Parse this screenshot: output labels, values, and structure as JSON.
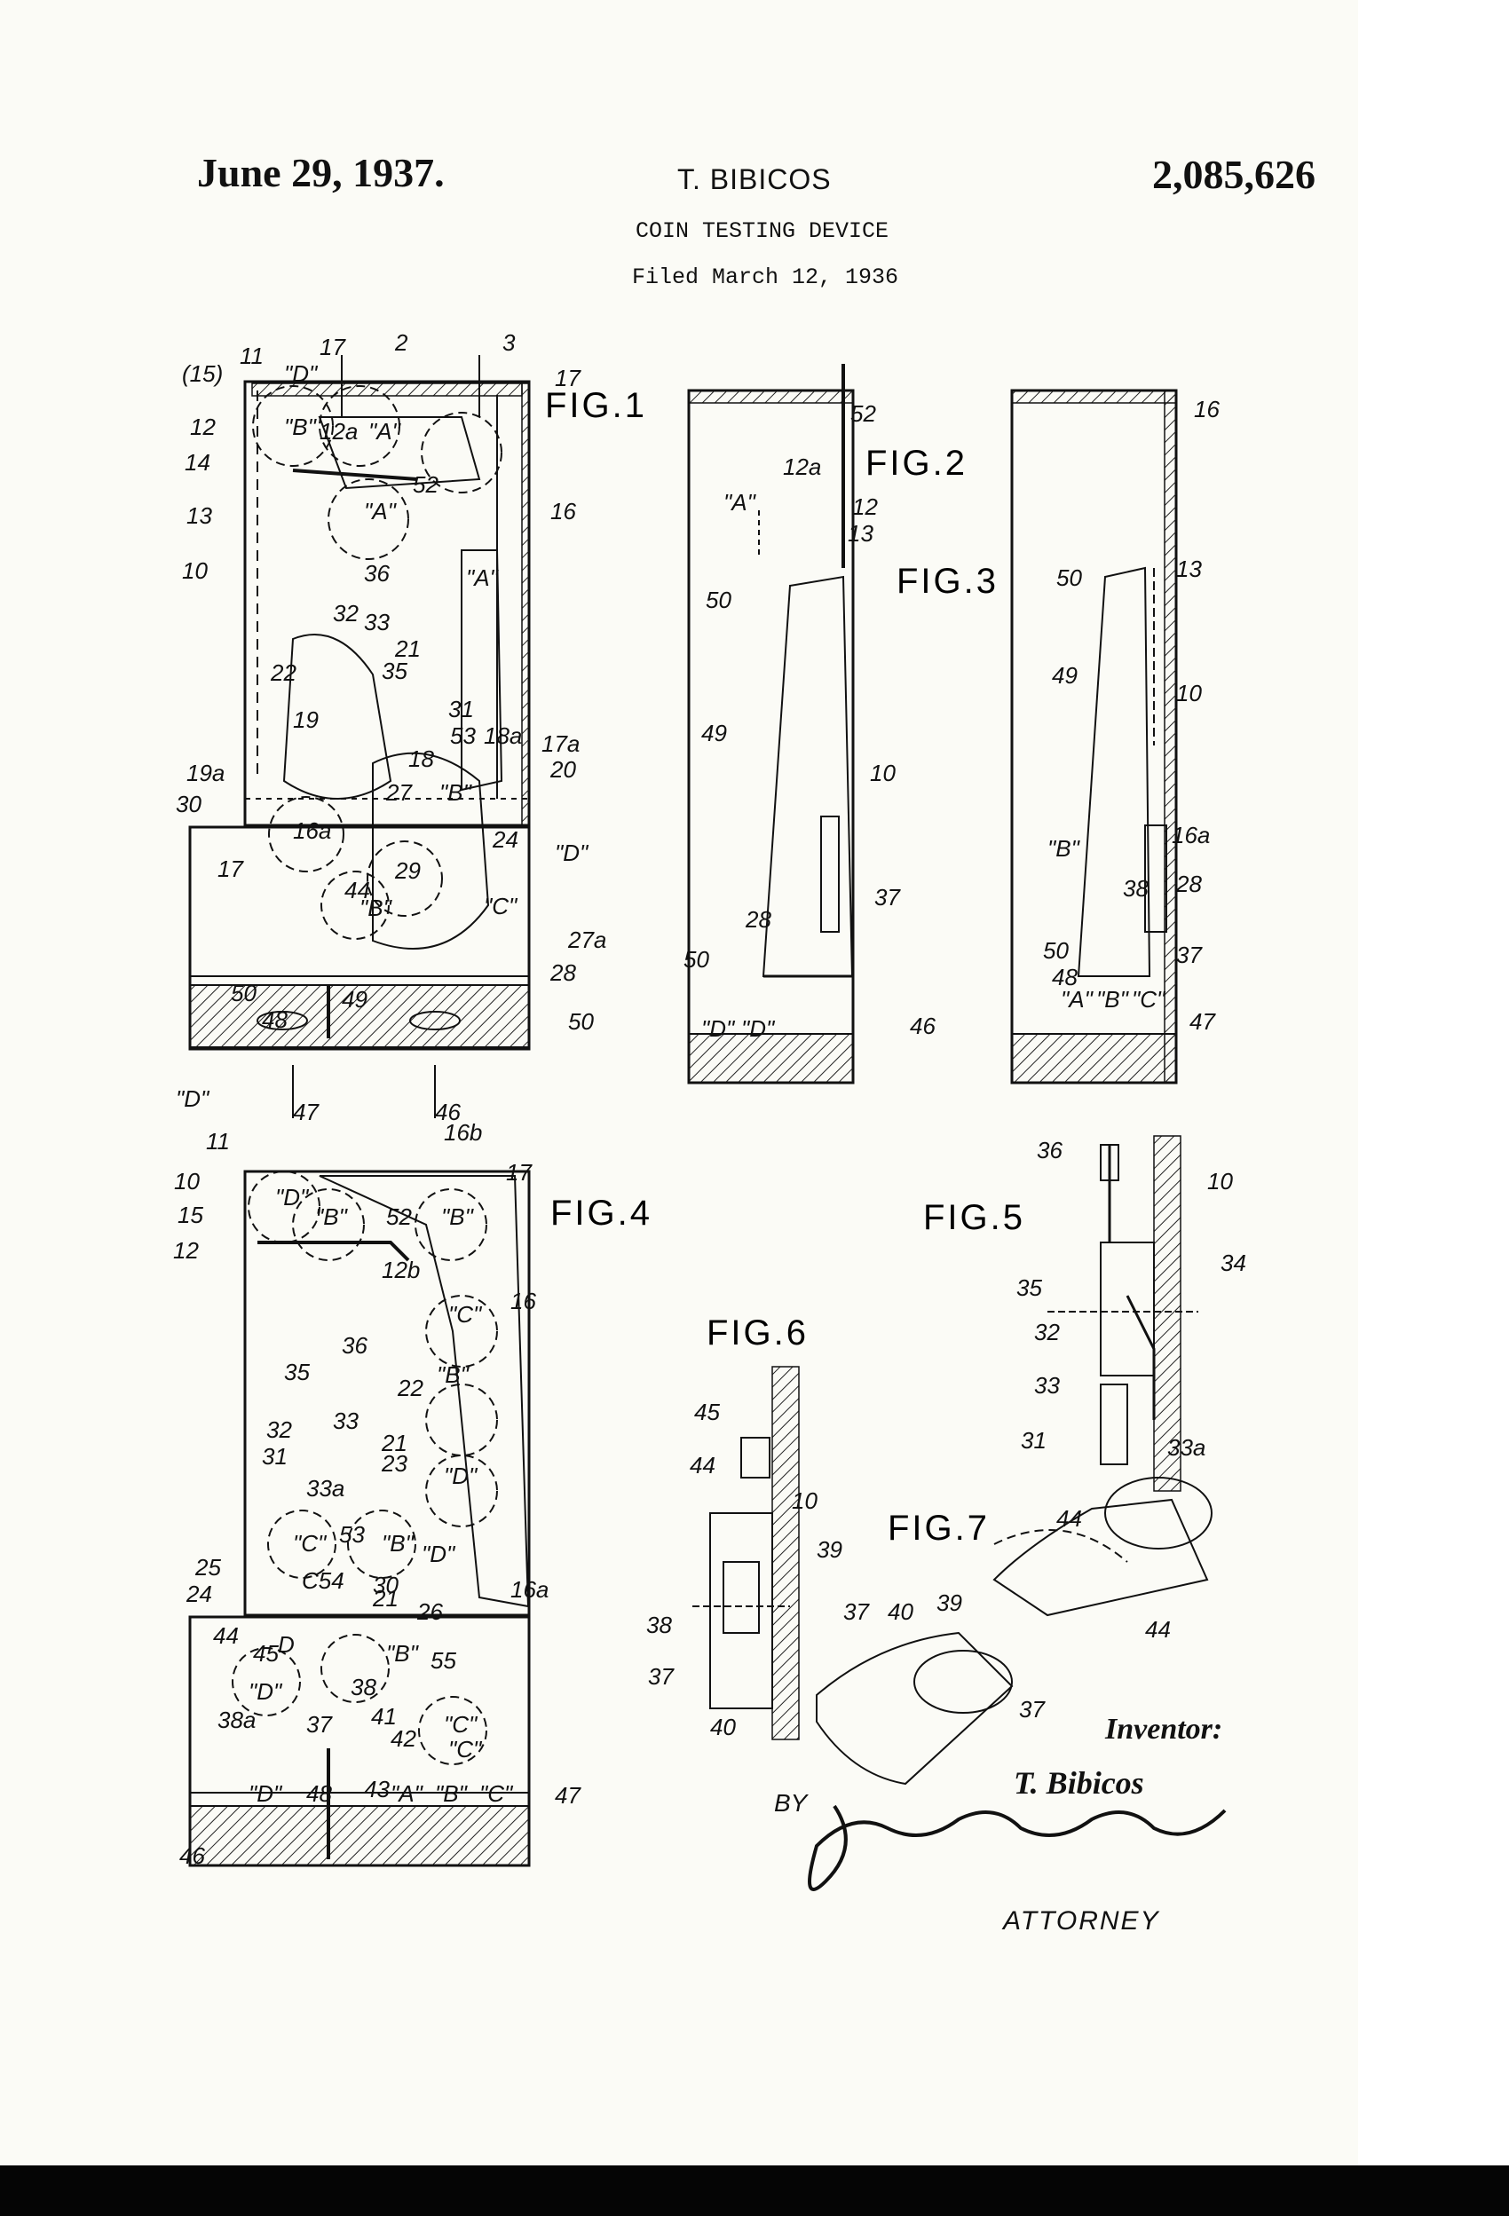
{
  "header": {
    "date": "June 29, 1937.",
    "inventor": "T. BIBICOS",
    "patent_number": "2,085,626",
    "title": "COIN TESTING DEVICE",
    "filed": "Filed March 12, 1936"
  },
  "figures": {
    "fig1": "FIG.1",
    "fig2": "FIG.2",
    "fig3": "FIG.3",
    "fig4": "FIG.4",
    "fig5": "FIG.5",
    "fig6": "FIG.6",
    "fig7": "FIG.7"
  },
  "fig1_labels": [
    "(15)",
    "11",
    "\"D\"",
    "17",
    "2",
    "3",
    "17",
    "12",
    "\"B\"",
    "12a",
    "\"A\"",
    "14",
    "52",
    "13",
    "\"A\"",
    "16",
    "10",
    "\"A\"",
    "36",
    "32",
    "33",
    "21",
    "22",
    "35",
    "19",
    "31",
    "53",
    "18a",
    "17a",
    "18",
    "20",
    "19a",
    "27",
    "\"B\"",
    "30",
    "16a",
    "24",
    "\"D\"",
    "17",
    "29",
    "44",
    "\"B\"",
    "\"C\"",
    "27a",
    "28",
    "49",
    "50",
    "48",
    "50",
    "\"D\"",
    "47",
    "46",
    "2",
    "3"
  ],
  "fig2_labels": [
    "52",
    "12a",
    "12",
    "\"A\"",
    "13",
    "50",
    "49",
    "10",
    "37",
    "28",
    "50",
    "\"D\"",
    "\"D\"",
    "46"
  ],
  "fig3_labels": [
    "16",
    "13",
    "50",
    "49",
    "10",
    "16a",
    "\"B\"",
    "28",
    "38",
    "37",
    "50",
    "48",
    "\"A\"",
    "\"B\"",
    "\"C\"",
    "47"
  ],
  "fig4_labels": [
    "11",
    "16b",
    "17",
    "10",
    "\"D\"",
    "15",
    "\"B\"",
    "52",
    "\"B\"",
    "12",
    "12b",
    "16",
    "\"C\"",
    "36",
    "35",
    "22",
    "\"B\"",
    "32",
    "33",
    "21",
    "31",
    "23",
    "\"D\"",
    "33a",
    "\"C\"",
    "53",
    "\"B\"",
    "\"D\"",
    "25",
    "C54",
    "30",
    "16a",
    "24",
    "21",
    "26",
    "44",
    "D",
    "45",
    "\"B\"",
    "55",
    "\"D\"",
    "\"C\"",
    "38",
    "38a",
    "37",
    "41",
    "\"C\"",
    "42",
    "\"D\"",
    "48",
    "43",
    "\"A\"",
    "\"B\"",
    "\"C\"",
    "47",
    "46"
  ],
  "fig5_labels": [
    "36",
    "10",
    "34",
    "35",
    "32",
    "33",
    "31",
    "33a"
  ],
  "fig6_labels": [
    "45",
    "44",
    "10",
    "39",
    "38",
    "37",
    "40"
  ],
  "fig7_labels": [
    "44",
    "44",
    "37",
    "40",
    "39",
    "37"
  ],
  "signature": {
    "inventor_label": "Inventor:",
    "inventor_name": "T. Bibicos",
    "by": "BY",
    "attorney_signature": "John A. Bommhardt",
    "attorney_label": "ATTORNEY"
  }
}
